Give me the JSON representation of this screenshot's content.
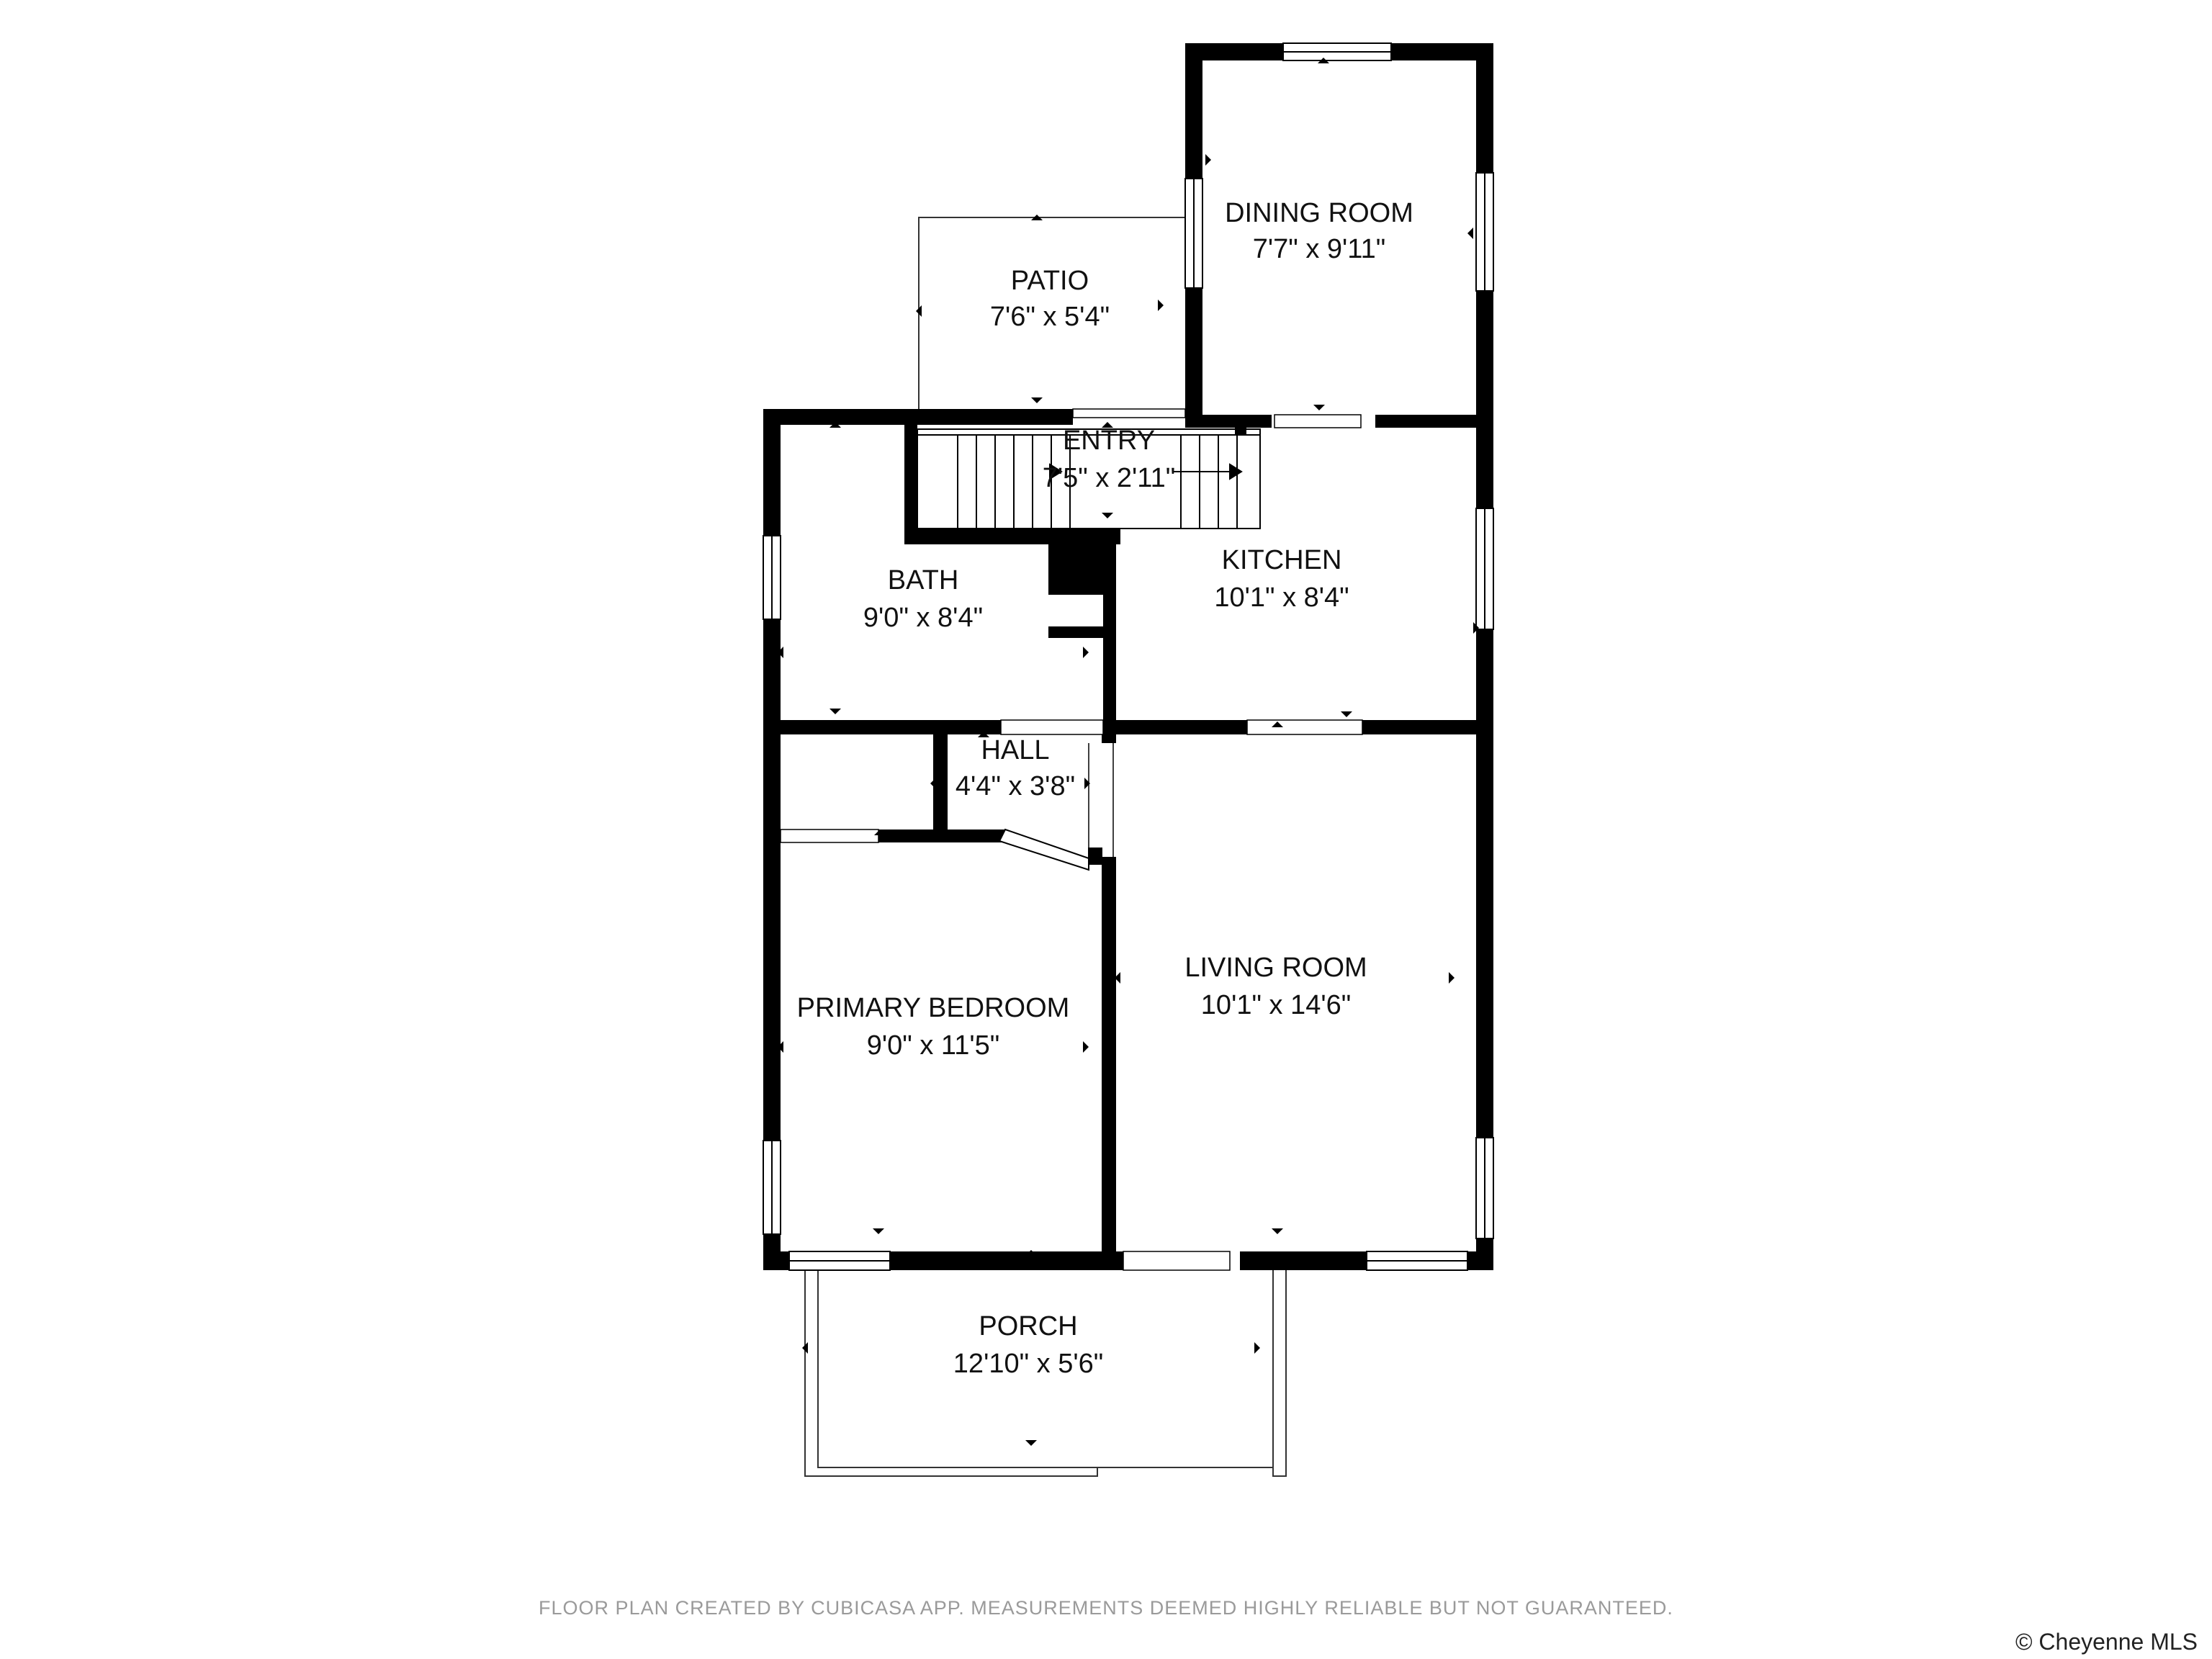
{
  "rooms": {
    "dining_room": {
      "name": "DINING ROOM",
      "size": "7'7\" x 9'11\""
    },
    "patio": {
      "name": "PATIO",
      "size": "7'6\" x 5'4\""
    },
    "entry": {
      "name": "ENTRY",
      "size": "7'5\" x 2'11\""
    },
    "kitchen": {
      "name": "KITCHEN",
      "size": "10'1\" x 8'4\""
    },
    "bath": {
      "name": "BATH",
      "size": "9'0\" x 8'4\""
    },
    "hall": {
      "name": "HALL",
      "size": "4'4\" x 3'8\""
    },
    "living_room": {
      "name": "LIVING ROOM",
      "size": "10'1\" x 14'6\""
    },
    "primary_bedroom": {
      "name": "PRIMARY BEDROOM",
      "size": "9'0\" x 11'5\""
    },
    "porch": {
      "name": "PORCH",
      "size": "12'10\" x 5'6\""
    }
  },
  "footer": {
    "disclaimer": "FLOOR PLAN CREATED BY CUBICASA APP. MEASUREMENTS DEEMED HIGHLY RELIABLE BUT NOT GUARANTEED.",
    "copyright": "© Cheyenne MLS"
  },
  "colors": {
    "wall": "#000000",
    "thin_line": "#333333",
    "label": "#111111",
    "disclaimer": "#9a9a9a"
  }
}
